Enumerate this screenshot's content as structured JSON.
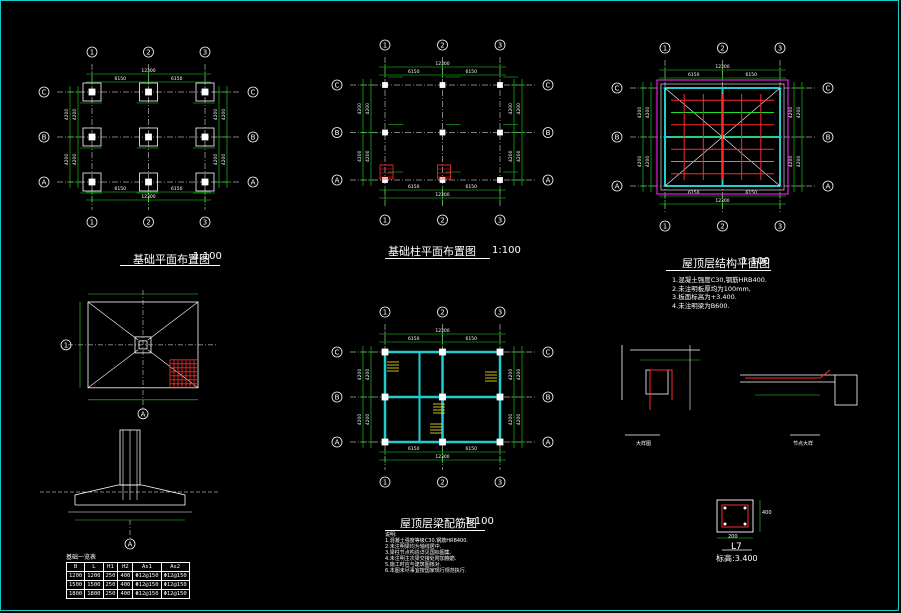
{
  "sheet": {
    "border_color": "#17c9c9",
    "axis_labels": [
      "1",
      "2",
      "3",
      "A",
      "B",
      "C"
    ],
    "overall_dim": "12300"
  },
  "titles": {
    "foundation_plan": "基础平面布置图",
    "foundation_plan_scale": "1:100",
    "column_plan": "基础柱平面布置图",
    "column_plan_scale": "1:100",
    "roof_plan": "屋顶层结构平面图",
    "roof_plan_scale": "1:100",
    "roof_beam": "屋顶层梁配筋图",
    "roof_beam_scale": "1:100"
  },
  "roof_notes": [
    "1.混凝土强度C30,钢筋HRB400.",
    "2.未注明板厚均为100mm,",
    "3.板面标高为+3.400.",
    "4.未注明梁为B600."
  ],
  "beam_notes": [
    "说明:",
    "1.混凝土强度等级C30,钢筋HRB400.",
    "2.未注明梁均为轴线居中.",
    "3.梁柱节点构造详见国标图集.",
    "4.未注明主次梁交接处附加箍筋.",
    "5.施工时应与建筑图核对.",
    "6.本图未尽事宜按国家现行规范执行."
  ],
  "section": {
    "label": "L7",
    "elevation": "标高:3.400",
    "width": "200",
    "height": "400"
  },
  "schedule": {
    "caption": "基础一览表",
    "headers": [
      "B",
      "L",
      "H1",
      "H2",
      "As1",
      "As2"
    ],
    "rows": [
      [
        "1200",
        "1200",
        "250",
        "400",
        "Φ12@150",
        "Φ12@150"
      ],
      [
        "1500",
        "1500",
        "250",
        "400",
        "Φ12@150",
        "Φ12@150"
      ],
      [
        "1800",
        "1800",
        "250",
        "400",
        "Φ12@150",
        "Φ12@150"
      ]
    ]
  },
  "detail_labels": {
    "detail_1": "大样图",
    "detail_2": "节点大样"
  }
}
